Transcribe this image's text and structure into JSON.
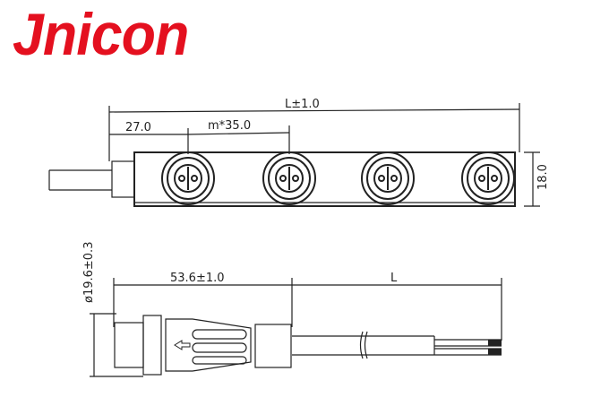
{
  "brand": {
    "name": "Jnicon",
    "color": "#e4101f"
  },
  "top_view": {
    "overall_length_label": "L±1.0",
    "first_offset_label": "27.0",
    "pitch_label": "m*35.0",
    "height_label": "18.0",
    "connector_count": 4
  },
  "side_view": {
    "diameter_label": "ø19.6±0.3",
    "connector_length_label": "53.6±1.0",
    "cable_length_label": "L"
  }
}
